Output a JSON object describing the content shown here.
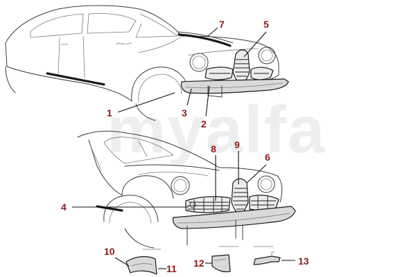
{
  "watermark": "myalfa",
  "colors": {
    "callout": "#8b1a1a",
    "leader": "#111111",
    "outline": "#3a3a3a"
  },
  "callouts": [
    {
      "id": "1",
      "label": "1"
    },
    {
      "id": "2",
      "label": "2"
    },
    {
      "id": "3",
      "label": "3"
    },
    {
      "id": "4",
      "label": "4"
    },
    {
      "id": "5",
      "label": "5"
    },
    {
      "id": "6",
      "label": "6"
    },
    {
      "id": "7",
      "label": "7"
    },
    {
      "id": "8",
      "label": "8"
    },
    {
      "id": "9",
      "label": "9"
    },
    {
      "id": "10",
      "label": "10"
    },
    {
      "id": "11",
      "label": "11"
    },
    {
      "id": "12",
      "label": "12"
    },
    {
      "id": "13",
      "label": "13"
    }
  ]
}
